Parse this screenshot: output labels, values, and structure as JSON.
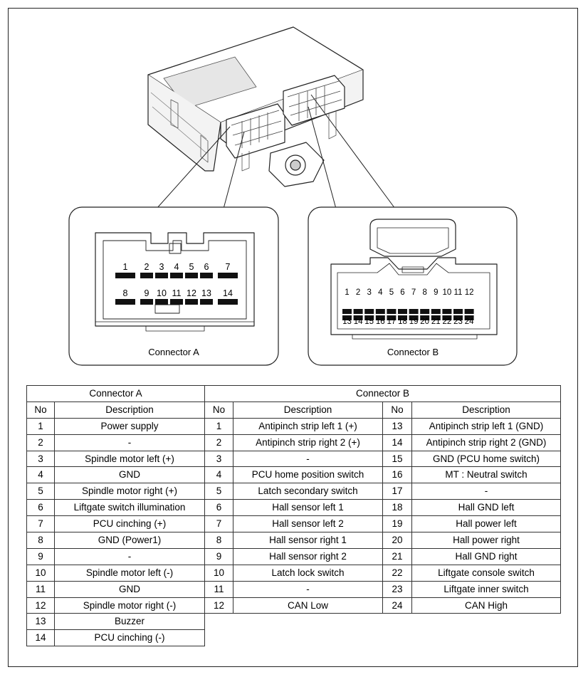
{
  "connector_a": {
    "label": "Connector A",
    "top_row": [
      "1",
      "2",
      "3",
      "4",
      "5",
      "6",
      "7"
    ],
    "bottom_row": [
      "8",
      "9",
      "10",
      "11",
      "12",
      "13",
      "14"
    ]
  },
  "connector_b": {
    "label": "Connector B",
    "top_row": [
      "1",
      "2",
      "3",
      "4",
      "5",
      "6",
      "7",
      "8",
      "9",
      "10",
      "11",
      "12"
    ],
    "bottom_row": [
      "13",
      "14",
      "15",
      "16",
      "17",
      "18",
      "19",
      "20",
      "21",
      "22",
      "23",
      "24"
    ]
  },
  "table": {
    "header_a": "Connector A",
    "header_b": "Connector B",
    "col_no": "No",
    "col_desc": "Description",
    "a_rows": [
      {
        "no": "1",
        "desc": "Power supply"
      },
      {
        "no": "2",
        "desc": "-"
      },
      {
        "no": "3",
        "desc": "Spindle motor left (+)"
      },
      {
        "no": "4",
        "desc": "GND"
      },
      {
        "no": "5",
        "desc": "Spindle motor right (+)"
      },
      {
        "no": "6",
        "desc": "Liftgate switch illumination"
      },
      {
        "no": "7",
        "desc": "PCU cinching (+)"
      },
      {
        "no": "8",
        "desc": "GND (Power1)"
      },
      {
        "no": "9",
        "desc": "-"
      },
      {
        "no": "10",
        "desc": "Spindle motor left (-)"
      },
      {
        "no": "11",
        "desc": "GND"
      },
      {
        "no": "12",
        "desc": "Spindle motor right (-)"
      },
      {
        "no": "13",
        "desc": "Buzzer"
      },
      {
        "no": "14",
        "desc": "PCU cinching (-)"
      }
    ],
    "b_rows_left": [
      {
        "no": "1",
        "desc": "Antipinch strip left 1 (+)"
      },
      {
        "no": "2",
        "desc": "Antipinch strip right 2 (+)"
      },
      {
        "no": "3",
        "desc": "-"
      },
      {
        "no": "4",
        "desc": "PCU home position switch"
      },
      {
        "no": "5",
        "desc": "Latch secondary switch"
      },
      {
        "no": "6",
        "desc": "Hall sensor left 1"
      },
      {
        "no": "7",
        "desc": "Hall sensor left 2"
      },
      {
        "no": "8",
        "desc": "Hall sensor right 1"
      },
      {
        "no": "9",
        "desc": "Hall sensor right 2"
      },
      {
        "no": "10",
        "desc": "Latch lock switch"
      },
      {
        "no": "11",
        "desc": "-"
      },
      {
        "no": "12",
        "desc": "CAN Low"
      }
    ],
    "b_rows_right": [
      {
        "no": "13",
        "desc": "Antipinch strip left 1 (GND)"
      },
      {
        "no": "14",
        "desc": "Antipinch strip right 2 (GND)"
      },
      {
        "no": "15",
        "desc": "GND (PCU home switch)"
      },
      {
        "no": "16",
        "desc": "MT : Neutral switch"
      },
      {
        "no": "17",
        "desc": "-"
      },
      {
        "no": "18",
        "desc": "Hall GND left"
      },
      {
        "no": "19",
        "desc": "Hall power left"
      },
      {
        "no": "20",
        "desc": "Hall power right"
      },
      {
        "no": "21",
        "desc": "Hall GND right"
      },
      {
        "no": "22",
        "desc": "Liftgate console switch"
      },
      {
        "no": "23",
        "desc": "Liftgate inner switch"
      },
      {
        "no": "24",
        "desc": "CAN High"
      }
    ]
  }
}
